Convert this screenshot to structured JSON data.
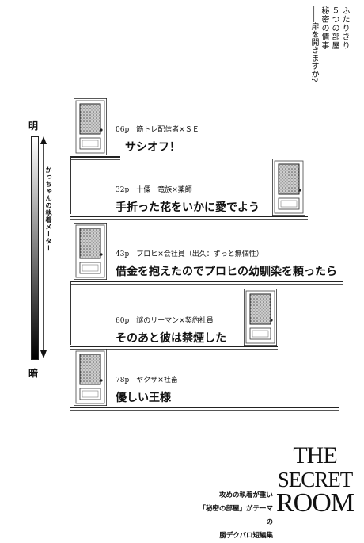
{
  "intro": {
    "line1": "ふたりきり",
    "line2": "５つの部屋",
    "line3": "秘密の情事",
    "line4": "――扉を開きますか?"
  },
  "meter": {
    "bright": "明",
    "dark": "暗",
    "label": "かっちゃんの執着メーター"
  },
  "entries": [
    {
      "meta": "06p　筋トレ配信者×ＳＥ",
      "title": "サシオフ！"
    },
    {
      "meta": "32p　十僳　竜族×薬師",
      "title": "手折った花をいかに愛でよう"
    },
    {
      "meta": "43p　プロヒ×会社員（出久：ずっと無個性）",
      "title": "借金を抱えたのでプロヒの幼馴染を頼ったら"
    },
    {
      "meta": "60p　謎のリーマン×契約社員",
      "title": "そのあと彼は禁煙した"
    },
    {
      "meta": "78p　ヤクザ×社畜",
      "title": "優しい王様"
    }
  ],
  "brand": {
    "line1": "THE",
    "line2": "SECRET",
    "line3": "ROOM"
  },
  "tagline": {
    "line1": "攻めの執着が重い",
    "line2": "「秘密の部屋」がテーマの",
    "line3": "勝デクパロ短編集"
  }
}
